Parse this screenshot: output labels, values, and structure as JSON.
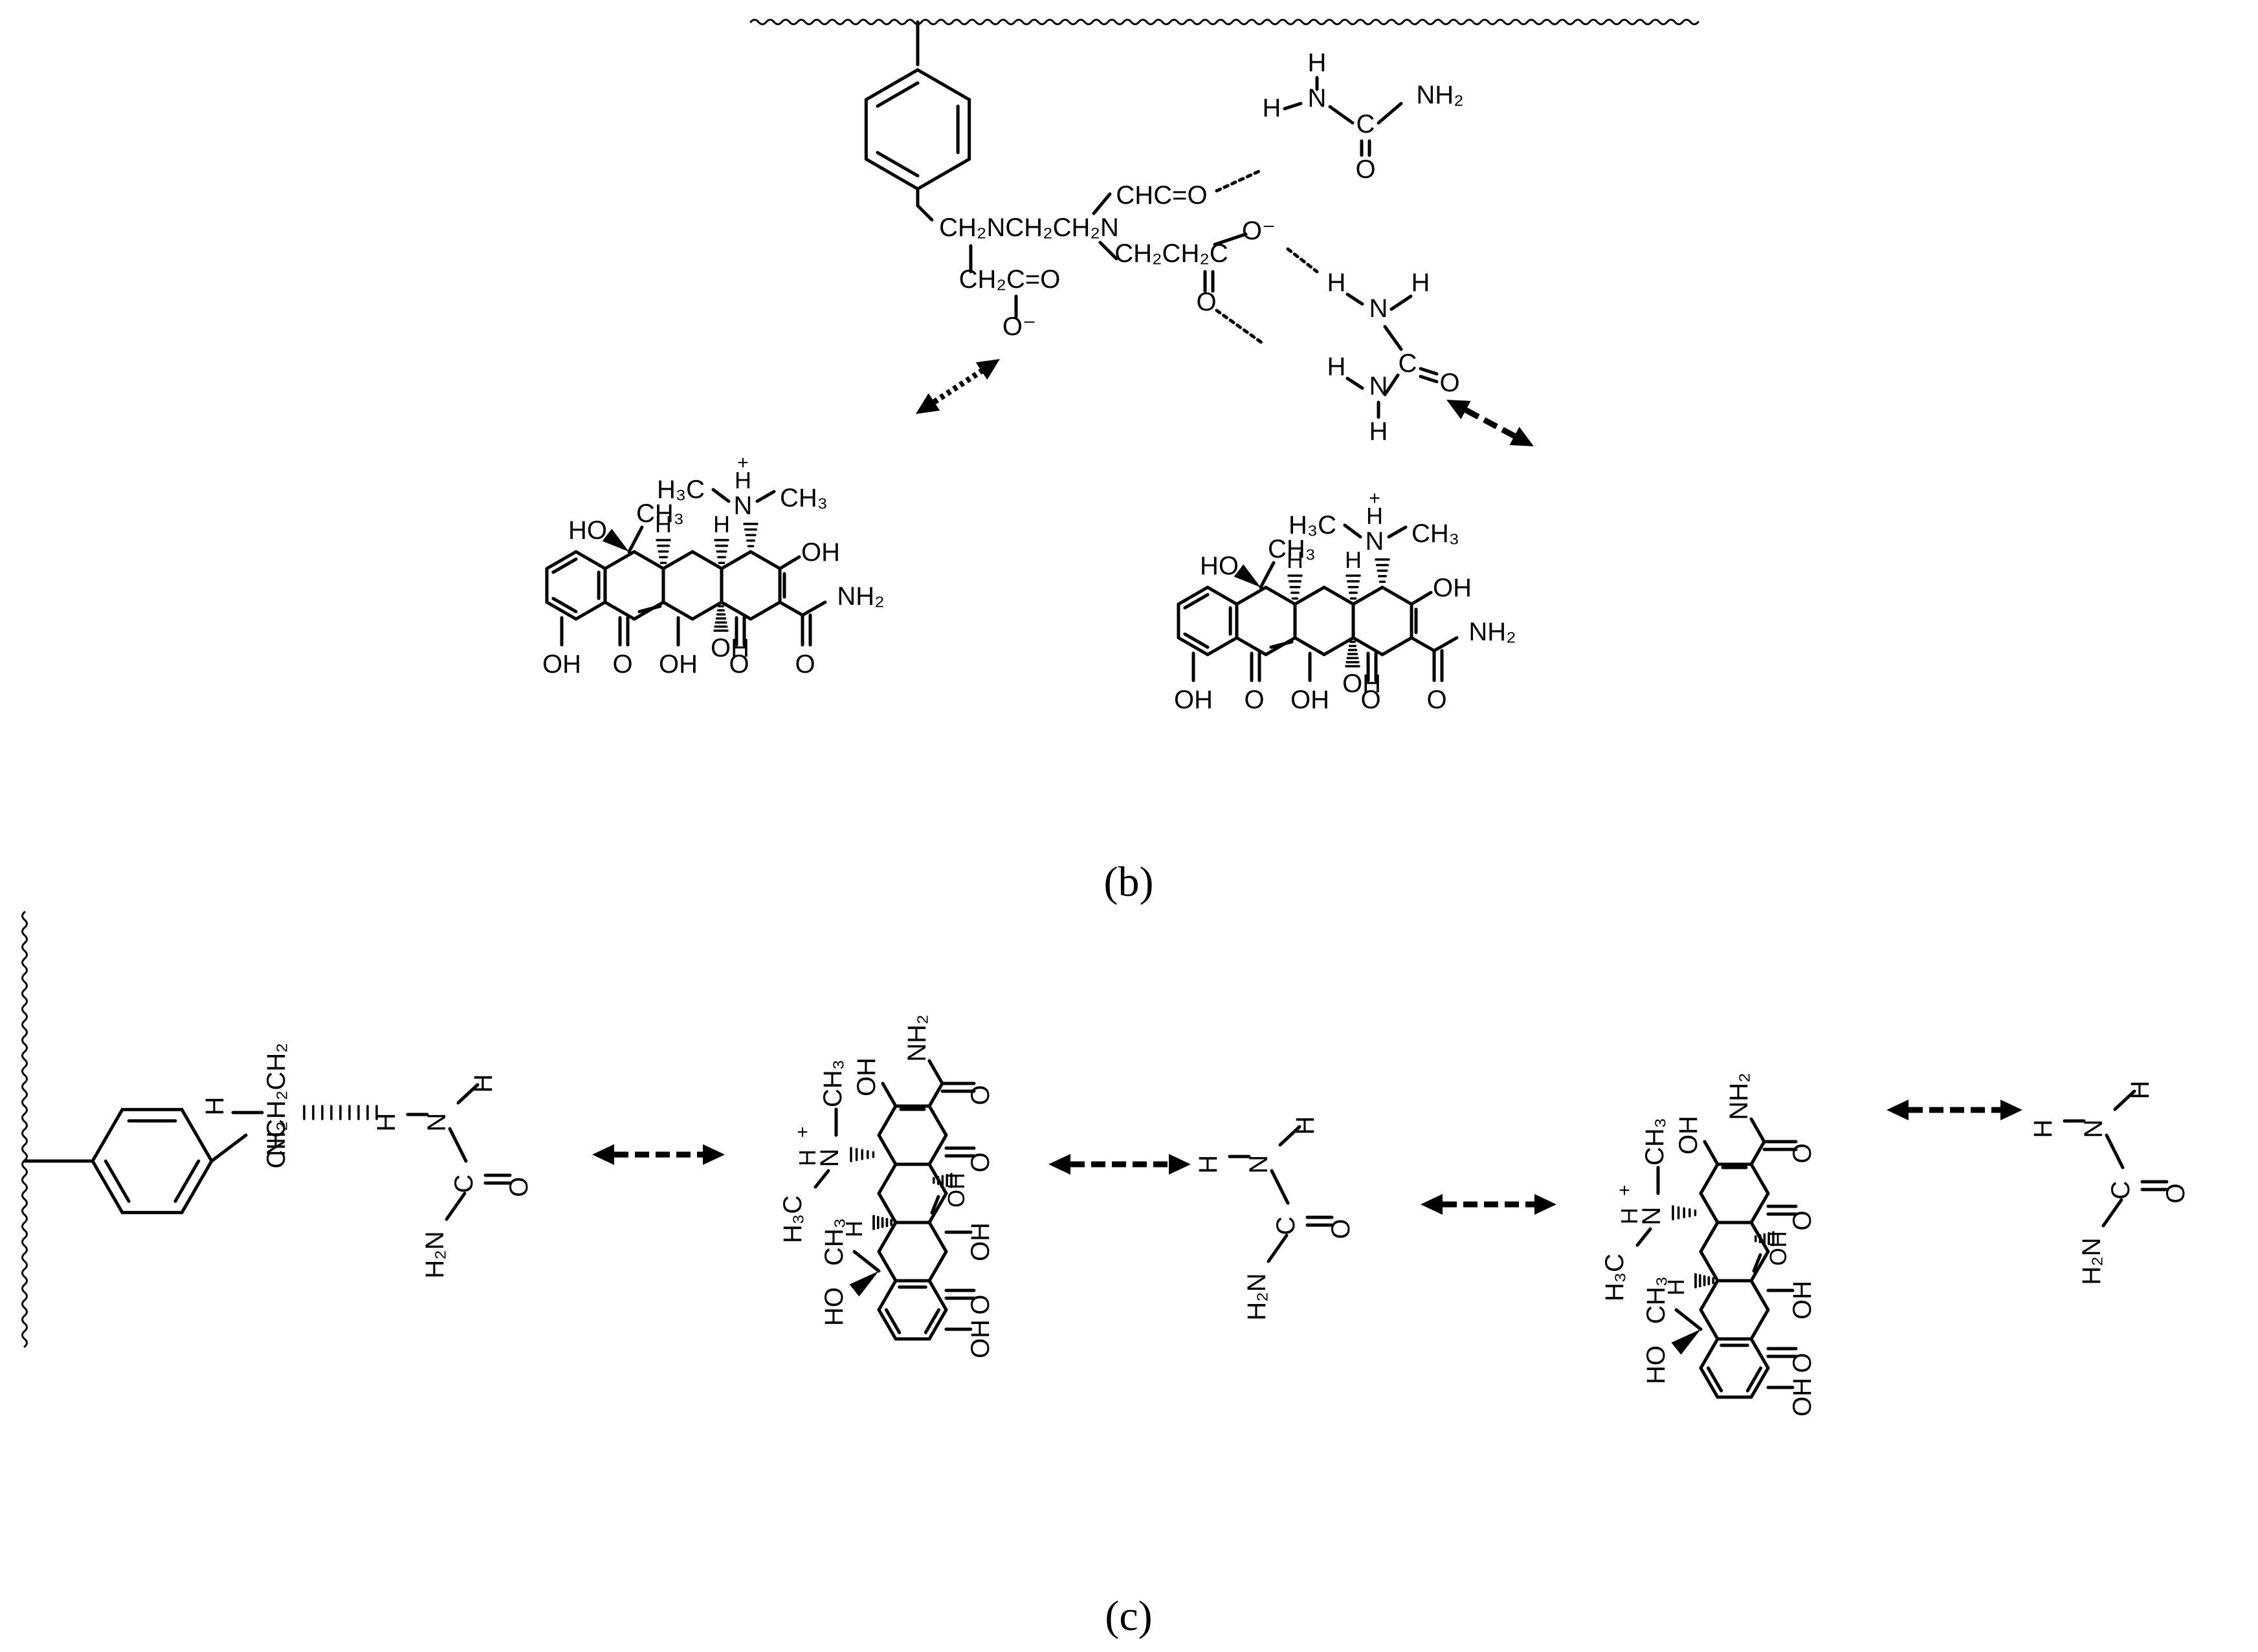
{
  "captions": {
    "b": "(b)",
    "c": "(c)"
  },
  "colors": {
    "ink": "#000000",
    "background": "#ffffff"
  },
  "panel_b": {
    "chain_labels": {
      "ch2n_1": "CH₂NCH₂CH₂N",
      "cooh": "CH₂C=O",
      "o_minus": "O⁻",
      "cho": "CHC=O",
      "ch2ch2c": "CH₂CH₂C",
      "o_minus_2": "O⁻",
      "o_dbl": "O"
    },
    "urea_top": {
      "h": "H",
      "n": "N",
      "h2": "H",
      "c": "C",
      "nh2": "NH₂",
      "o": "O"
    },
    "urea_mid": {
      "h1": "H",
      "n1": "N",
      "h2": "H",
      "c": "C",
      "o": "O",
      "h3": "H",
      "n2": "N",
      "h4": "H"
    },
    "tetracycline_left": {
      "nme2_h3c": "H₃C",
      "n": "N",
      "h_plus": "H",
      "plus": "+",
      "ch3_r": "CH₃",
      "ho": "HO",
      "ch3": "CH₃",
      "h1": "H",
      "h2": "H",
      "oh_r": "OH",
      "nh2": "NH₂",
      "o_amide": "O",
      "oh_bot1": "OH",
      "o_bot1": "O",
      "oh_bot2": "OH",
      "oh_mid": "OH",
      "o_bot2": "O"
    },
    "tetracycline_right": {
      "nme2_h3c": "H₃C",
      "n": "N",
      "h_plus": "H",
      "plus": "+",
      "ch3_r": "CH₃",
      "ho": "HO",
      "ch3": "CH₃",
      "h1": "H",
      "h2": "H",
      "oh_r": "OH",
      "nh2": "NH₂",
      "o_amide": "O",
      "oh_bot1": "OH",
      "o_bot1": "O",
      "oh_bot2": "OH",
      "oh_mid": "OH",
      "o_bot2": "O"
    }
  },
  "panel_c": {
    "chain": {
      "ch2ch2": "NCH₂CH₂",
      "ch2": "CH₂",
      "h": "H"
    },
    "urea1": {
      "h1": "H",
      "n": "N",
      "h2": "H",
      "c": "C",
      "o": "O",
      "h2n": "H₂N"
    },
    "urea2": {
      "h1": "H",
      "n": "N",
      "h2": "H",
      "c": "C",
      "o": "O",
      "h2n": "H₂N"
    },
    "urea3": {
      "h1": "H",
      "n": "N",
      "h2": "H",
      "c": "C",
      "o": "O",
      "h2n": "H₂N"
    },
    "tc_a": {
      "nh2": "NH₂",
      "o_amide": "O",
      "oh_top": "OH",
      "ch3_n": "CH₃",
      "plus": "+",
      "nh": "N",
      "h_n": "H",
      "h3c": "H₃C",
      "h_ring": "H",
      "o_keto": "O",
      "oh_r": "OH",
      "oh_enol": "OH",
      "h_mid": "H",
      "ch3": "CH₃",
      "ho": "HO",
      "o_bot": "O",
      "oh_bot": "OH"
    },
    "tc_b": {
      "nh2": "NH₂",
      "o_amide": "O",
      "oh_top": "OH",
      "ch3_n": "CH₃",
      "plus": "+",
      "nh": "N",
      "h_n": "H",
      "h3c": "H₃C",
      "h_ring": "H",
      "o_keto": "O",
      "oh_r": "OH",
      "oh_enol": "OH",
      "h_mid": "H",
      "ch3": "CH₃",
      "ho": "HO",
      "o_bot": "O",
      "oh_bot": "OH"
    }
  }
}
